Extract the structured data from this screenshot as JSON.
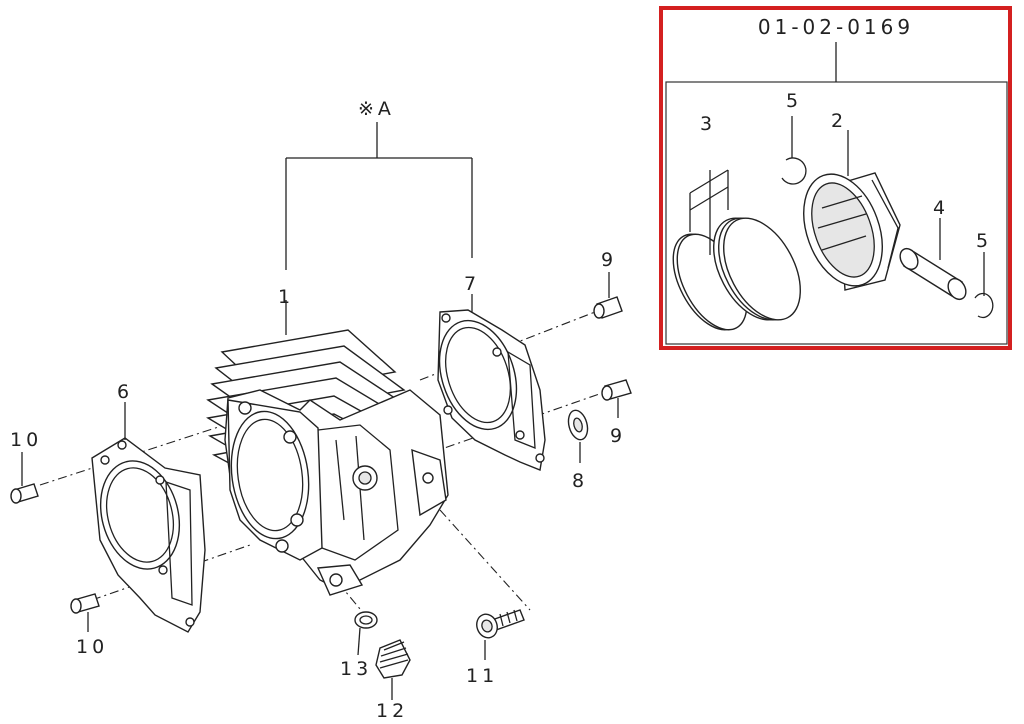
{
  "diagram": {
    "kit_box": {
      "part_number": "01-02-0169",
      "highlight_color": "#d42020"
    },
    "assembly_marker": "※A",
    "callouts": {
      "cylinder": "1",
      "piston": "2",
      "piston_rings": "3",
      "piston_pin": "4",
      "clip_left": "5",
      "clip_right": "5",
      "gasket_base": "6",
      "gasket_head": "7",
      "washer_right": "8",
      "dowel_top_right": "9",
      "dowel_mid_right": "9",
      "dowel_left_top": "10",
      "dowel_left_bottom": "10",
      "bolt": "11",
      "drain_bolt": "12",
      "drain_washer": "13"
    }
  }
}
